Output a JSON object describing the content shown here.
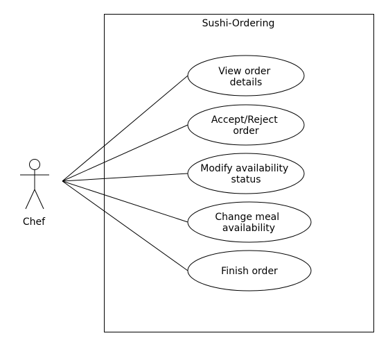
{
  "system": {
    "title": "Sushi-Ordering"
  },
  "actor": {
    "name": "Chef"
  },
  "use_cases": [
    {
      "lines": [
        "View order",
        "details"
      ]
    },
    {
      "lines": [
        "Accept/Reject",
        "order"
      ]
    },
    {
      "lines": [
        "Modify availability",
        "status"
      ]
    },
    {
      "lines": [
        "Change meal",
        "availability"
      ]
    },
    {
      "lines": [
        "Finish order"
      ]
    }
  ],
  "colors": {
    "stroke": "#000000",
    "fill": "#ffffff"
  }
}
